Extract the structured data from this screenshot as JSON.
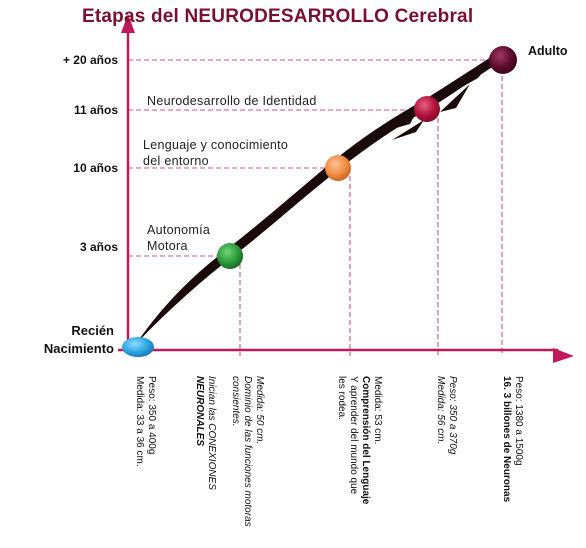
{
  "title": "Etapas del NEURODESARROLLO Cerebral",
  "axis": {
    "y_labels": [
      "+ 20 años",
      "11 años",
      "10 años",
      "3 años"
    ],
    "origin_label_line1": "Recién",
    "origin_label_line2": "Nacimiento"
  },
  "endpoint_label": "Adulto",
  "stages": [
    {
      "age": "Recién Nacimiento",
      "color": "#29a3e0",
      "label": ""
    },
    {
      "age": "3 años",
      "color": "#2a9a3a",
      "label_line1": "Autonomía",
      "label_line2": "Motora"
    },
    {
      "age": "10 años",
      "color": "#f08a3e",
      "label_line1": "Lenguaje y conocimiento",
      "label_line2": "del entorno"
    },
    {
      "age": "11 años",
      "color": "#b0103a",
      "label_line1": "Neurodesarrollo de Identidad",
      "label_line2": ""
    },
    {
      "age": "+ 20 años",
      "color": "#5a0a2a",
      "label_line1": "Adulto",
      "label_line2": ""
    }
  ],
  "bottom_notes": [
    {
      "lines": [
        "Peso: 350 a 400g",
        "Medida: 33 a 36 cm."
      ]
    },
    {
      "lines": [
        "Inician las CONEXIONES",
        "NEURONALES"
      ]
    },
    {
      "lines": [
        "Medida: 50 cm.",
        "Dominio de las funciones motoras",
        "consientes."
      ]
    },
    {
      "lines": [
        "Medida: 53 cm.",
        "Comprensión del Lenguaje",
        "Y aprender del mundo que",
        "les rodea."
      ]
    },
    {
      "lines": [
        "Peso: 350 a 370g",
        "Medida: 56 cm."
      ]
    },
    {
      "lines": [
        "Peso: 1380 a 1500g",
        "16. 3 billones de Neuronas"
      ]
    }
  ],
  "colors": {
    "axis": "#c2185b",
    "title": "#7a1030",
    "arrow": "#1a0a0a",
    "guide": "#c2185b"
  }
}
